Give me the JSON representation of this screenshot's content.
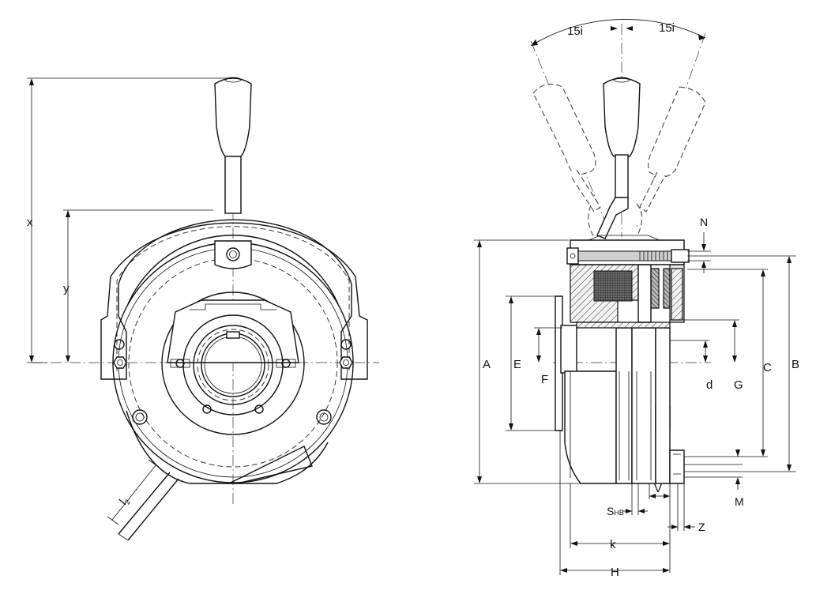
{
  "front_view": {
    "labels": {
      "x": "x",
      "y": "y",
      "l2_main": "l",
      "l2_sub": "2"
    }
  },
  "side_view": {
    "angle_left": "15i",
    "angle_right": "15i",
    "labels": {
      "A": "A",
      "B": "B",
      "C": "C",
      "d": "d",
      "E": "E",
      "F": "F",
      "G": "G",
      "H": "H",
      "k": "k",
      "M": "M",
      "N": "N",
      "S_main": "S",
      "S_sub": "HB",
      "V": "V",
      "Z": "Z"
    }
  }
}
